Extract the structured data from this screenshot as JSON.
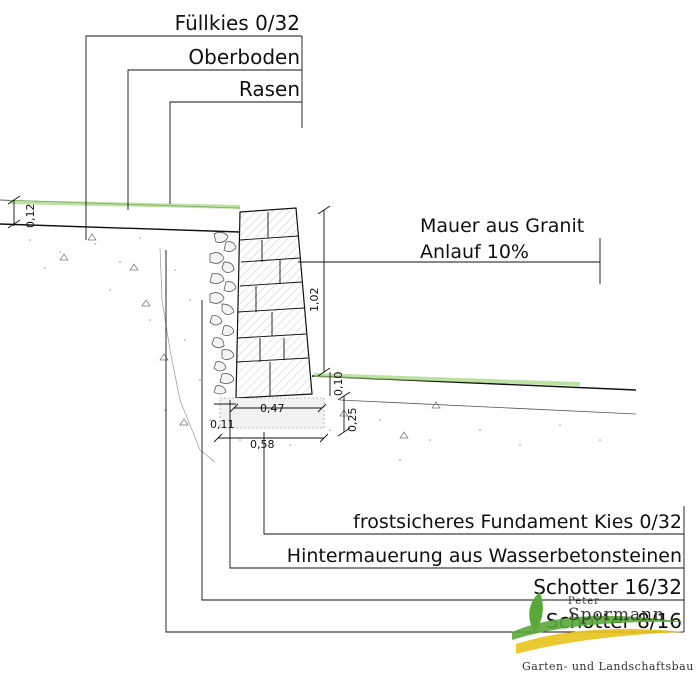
{
  "labels": {
    "fuellkies": "Füllkies 0/32",
    "oberboden": "Oberboden",
    "rasen": "Rasen",
    "mauer": "Mauer aus Granit",
    "anlauf": "Anlauf 10%",
    "fundament": "frostsicheres Fundament Kies 0/32",
    "hintermauerung": "Hintermauerung aus Wasserbetonsteinen",
    "schotter1632": "Schotter 16/32",
    "schotter816": "Schotter 8/16"
  },
  "dimensions": {
    "d012": "0,12",
    "d102": "1,02",
    "d010": "0,10",
    "d025": "0,25",
    "d047": "0,47",
    "d011": "0,11",
    "d058": "0,58"
  },
  "brand": {
    "line1": "Peter",
    "line2": "Spormann",
    "tagline": "Garten- und Landschaftsbau",
    "colors": {
      "green": "#5aa83a",
      "yellow": "#e8c21a",
      "dark": "#333333"
    }
  },
  "colors": {
    "grass": "#7ec850",
    "line": "#111111"
  }
}
